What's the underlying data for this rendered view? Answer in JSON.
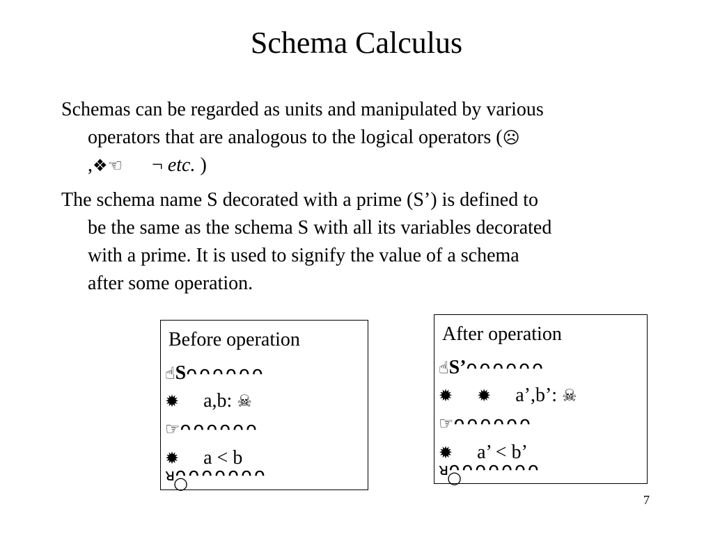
{
  "slide": {
    "title": "Schema Calculus",
    "page_number": "7"
  },
  "paragraph1": {
    "line1": "Schemas can be regarded as units and manipulated by various",
    "line2_text": "operators that are analogous to the logical operators (",
    "line2_symbol": "☹",
    "line3_comma": ",",
    "line3_symbols": "❖☜",
    "line3_not": "¬",
    "line3_etc": "etc.",
    "line3_close": ")"
  },
  "paragraph2": {
    "line1": "The schema name S decorated with a prime (S’) is defined to",
    "line2": "be the same as the schema S with all its variables decorated",
    "line3": "with a prime. It is used to signify the value of a schema",
    "line4": "after some operation."
  },
  "before_box": {
    "title": "Before operation",
    "header_glyph": "☝",
    "schema_name": "S",
    "header_strip": "ᴖᴖᴖᴖᴖᴖ",
    "bullet1": "✹",
    "declaration": "a,b: ",
    "declaration_symbol": "☠",
    "divider_glyph": "☞",
    "divider_strip": "ᴖᴖᴖᴖᴖᴖ",
    "bullet2": "✹",
    "predicate": "a < b",
    "footer_glyph": "ᴚ",
    "footer_strip": "ᴖᴖᴖᴖᴖᴖᴖ",
    "footer_tail": "○"
  },
  "after_box": {
    "title": "After operation",
    "header_glyph": "☝",
    "schema_name": "S’",
    "header_strip": "ᴖᴖᴖᴖᴖᴖ",
    "bullet1a": "✹",
    "bullet1b": "✹",
    "declaration": "a’,b’: ",
    "declaration_symbol": "☠",
    "divider_glyph": "☞",
    "divider_strip": "ᴖᴖᴖᴖᴖᴖ",
    "bullet2": "✹",
    "predicate": "a’ < b’",
    "footer_glyph": "ᴚ",
    "footer_strip": "ᴖᴖᴖᴖᴖᴖᴖ",
    "footer_tail": "○"
  }
}
